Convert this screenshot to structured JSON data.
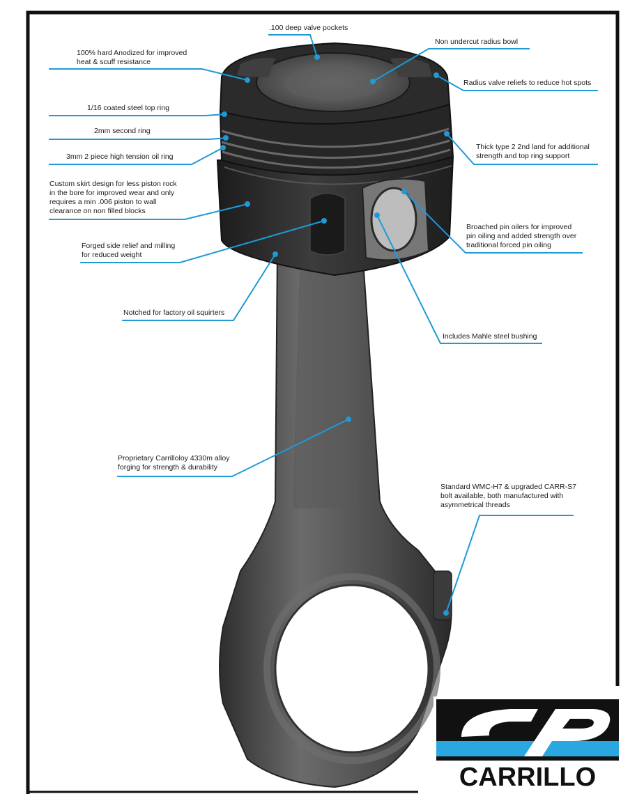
{
  "callouts": {
    "valve_pockets": [
      ".100 deep valve pockets"
    ],
    "radius_bowl": [
      "Non undercut radius bowl"
    ],
    "anodized": [
      "100% hard Anodized for improved",
      "heat & scuff resistance"
    ],
    "valve_reliefs": [
      "Radius valve reliefs to reduce hot spots"
    ],
    "top_ring": [
      "1/16 coated steel top ring"
    ],
    "second_ring": [
      "2mm second ring"
    ],
    "oil_ring": [
      "3mm 2 piece high tension oil ring"
    ],
    "thick_land": [
      "Thick type 2  2nd  land for additional",
      "strength and top ring support"
    ],
    "skirt": [
      "Custom skirt design for less piston rock",
      "in the bore for improved wear and only",
      "requires a min .006 piston to wall",
      "clearance on non filled blocks"
    ],
    "pin_oilers": [
      "Broached pin oilers for improved",
      "pin oiling and added strength over",
      "traditional forced pin oiling"
    ],
    "side_relief": [
      "Forged side relief and milling",
      "for reduced weight"
    ],
    "notched": [
      "Notched for factory oil squirters"
    ],
    "bushing": [
      "Includes Mahle steel bushing"
    ],
    "forging": [
      "Proprietary Carrilloloy 4330m alloy",
      "forging for strength & durability"
    ],
    "bolt": [
      "Standard WMC-H7 & upgraded CARR-S7",
      "bolt available, both manufactured with",
      "asymmetrical threads"
    ]
  },
  "logo": {
    "text": "CARRILLO"
  },
  "colors": {
    "leader": "#1f9ad6",
    "frame": "#111111",
    "logo_blue": "#2aa7e0",
    "metal": "#4a4a4a"
  }
}
